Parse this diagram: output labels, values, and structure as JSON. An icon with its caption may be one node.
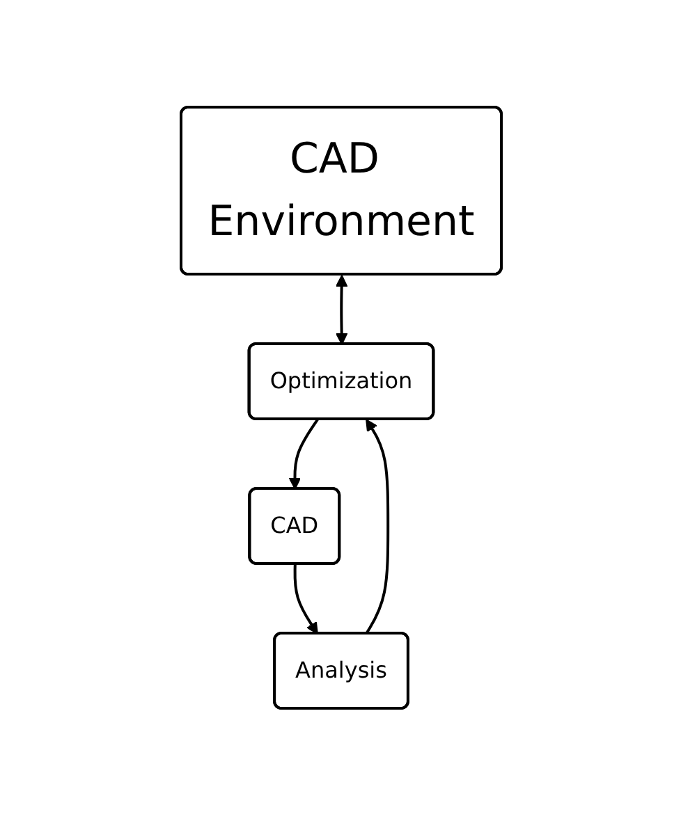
{
  "diagram": {
    "nodes": [
      {
        "text": [
          "CAD Environment"
        ]
      },
      {
        "text": [
          "Optimization"
        ]
      },
      {
        "text": [
          "CAD"
        ]
      },
      {
        "text": [
          "Analysis"
        ]
      }
    ],
    "edges": [
      {
        "from": 0,
        "to": 1,
        "arrow": "both"
      },
      {
        "from": 1,
        "to": 2,
        "arrow": "to"
      },
      {
        "from": 2,
        "to": 3,
        "arrow": "to"
      },
      {
        "from": 3,
        "to": 1,
        "arrow": "to"
      }
    ]
  }
}
